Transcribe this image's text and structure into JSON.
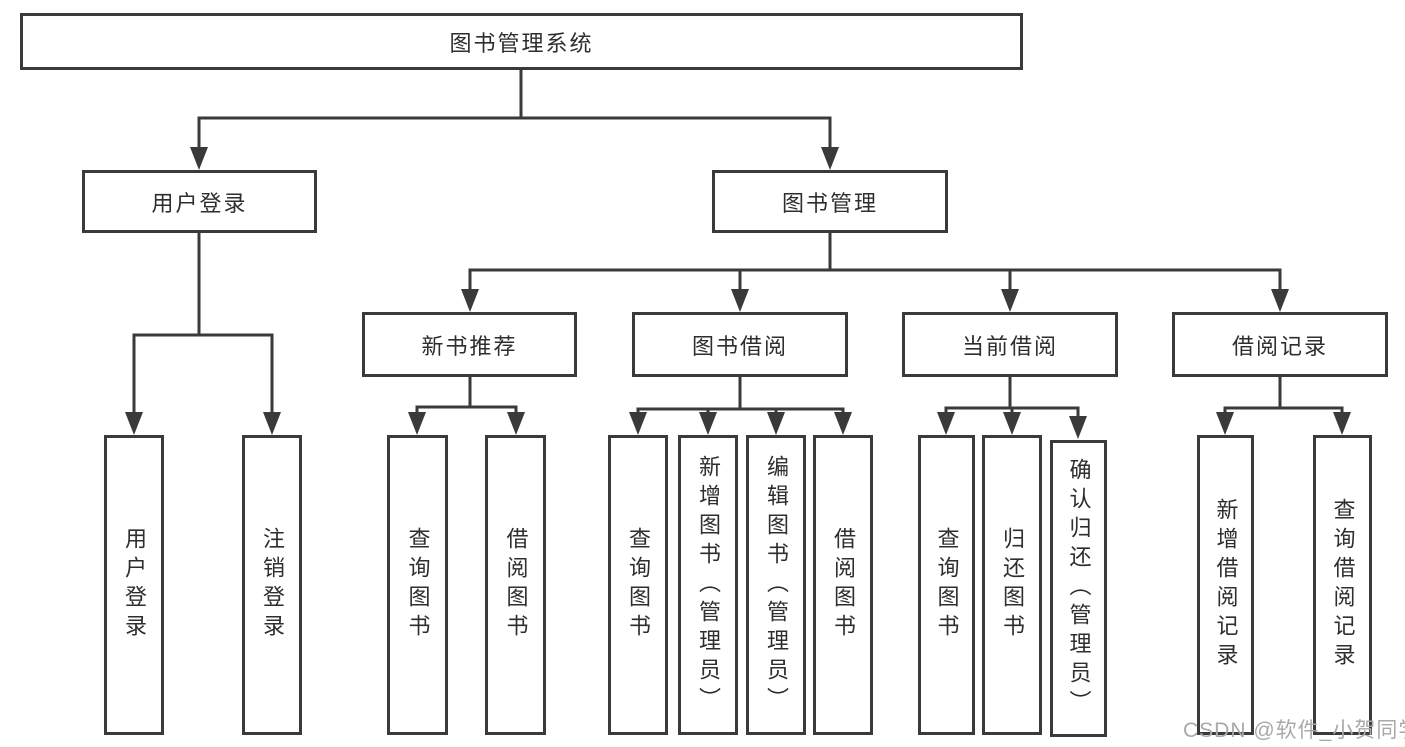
{
  "diagram": {
    "tree": {
      "root": {
        "label": "图书管理系统"
      },
      "branches": [
        {
          "label": "用户登录",
          "children": [
            {
              "label": "用户登录"
            },
            {
              "label": "注销登录"
            }
          ]
        },
        {
          "label": "图书管理",
          "children": [
            {
              "label": "新书推荐",
              "children": [
                {
                  "label": "查询图书"
                },
                {
                  "label": "借阅图书"
                }
              ]
            },
            {
              "label": "图书借阅",
              "children": [
                {
                  "label": "查询图书"
                },
                {
                  "label": "新增图书（管理员）"
                },
                {
                  "label": "编辑图书（管理员）"
                },
                {
                  "label": "借阅图书"
                }
              ]
            },
            {
              "label": "当前借阅",
              "children": [
                {
                  "label": "查询图书"
                },
                {
                  "label": "归还图书"
                },
                {
                  "label": "确认归还（管理员）"
                }
              ]
            },
            {
              "label": "借阅记录",
              "children": [
                {
                  "label": "新增借阅记录"
                },
                {
                  "label": "查询借阅记录"
                }
              ]
            }
          ]
        }
      ]
    },
    "colors": {
      "line": "#3a3a3a",
      "text": "#2e2e2e",
      "box_background": "#ffffff",
      "watermark": "#a9a9a9"
    }
  },
  "watermark": {
    "text": "CSDN @软件_小贺同学"
  }
}
